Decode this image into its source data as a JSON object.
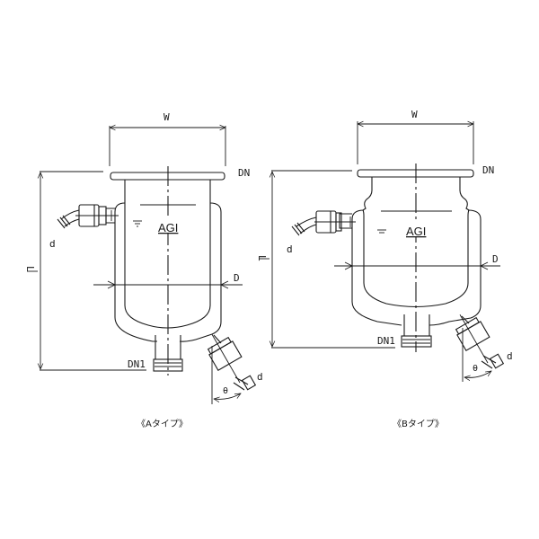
{
  "diagrams": [
    {
      "id": "type-a",
      "caption": "《Aタイプ》",
      "labels": {
        "width": "W",
        "flange": "DN",
        "length": "L",
        "diameter": "D",
        "bottom_outlet": "DN1",
        "hose_left": "d",
        "hose_right": "d",
        "angle": "θ",
        "logo": "AGI"
      }
    },
    {
      "id": "type-b",
      "caption": "《Bタイプ》",
      "labels": {
        "width": "W",
        "flange": "DN",
        "length": "L",
        "diameter": "D",
        "bottom_outlet": "DN1",
        "hose_left": "d",
        "hose_right": "d",
        "angle": "θ",
        "logo": "AGI"
      }
    }
  ],
  "colors": {
    "line": "#1a1a1a",
    "background": "#ffffff"
  }
}
